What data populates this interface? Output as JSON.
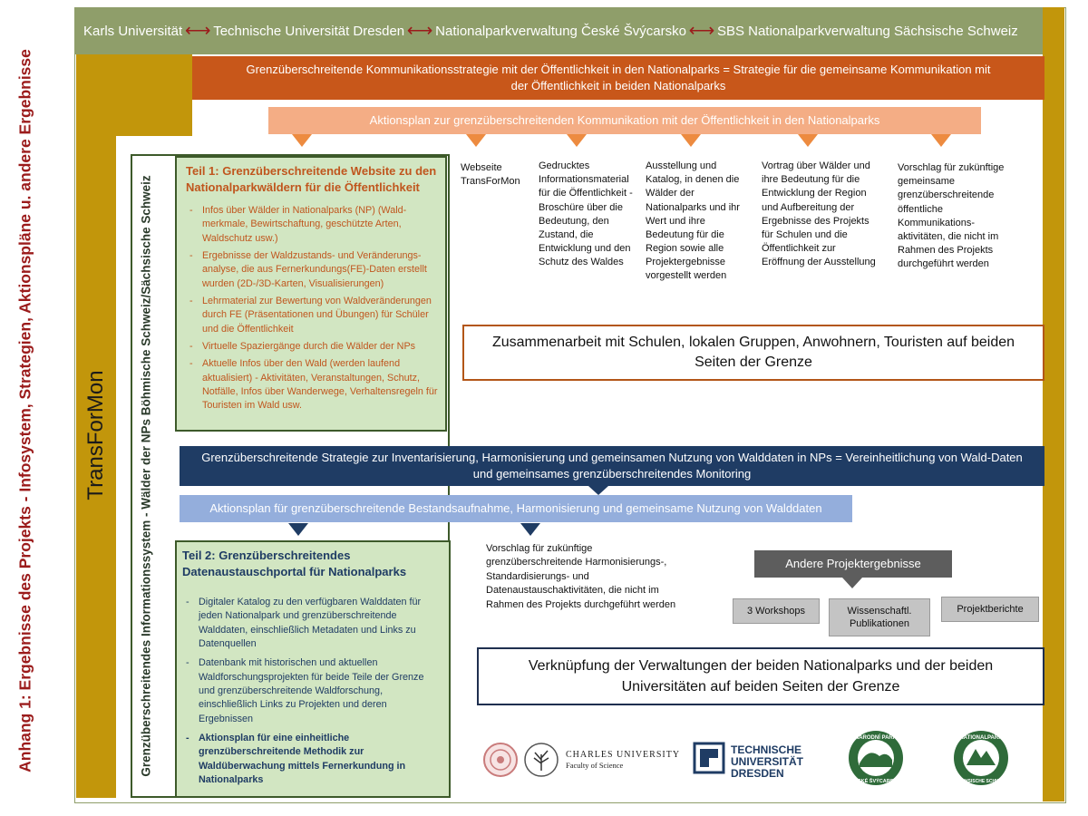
{
  "side_title": "Anhang 1: Ergebnisse des Projekts - Infosystem, Strategien, Aktionspläne u. andere Ergebnisse",
  "header": {
    "partners": [
      "Karls Universität",
      "Technische Universität Dresden",
      "Nationalparkverwaltung České Švýcarsko",
      "SBS Nationalparkverwaltung Sächsische Schweiz"
    ],
    "arrow": "⟷"
  },
  "left_band": {
    "project": "TransForMon",
    "system": "Grenzüberschreitendes Informationssystem - Wälder der NPs Böhmische Schweiz/Sächsische Schweiz"
  },
  "communication": {
    "strategy": "Grenzüberschreitende Kommunikationsstrategie mit der Öffentlichkeit in den Nationalparks = Strategie für die gemeinsame Kommunikation mit der Öffentlichkeit in beiden Nationalparks",
    "action_plan": "Aktionsplan zur grenzüberschreitenden Kommunikation mit der Öffentlichkeit in den Nationalparks",
    "outputs": [
      "Webseite TransForMon",
      "Gedrucktes Informationsmaterial für die Öffentlichkeit - Broschüre über die Bedeutung, den Zustand, die Entwicklung und den Schutz des Waldes",
      "Ausstellung und Katalog, in denen die Wälder der Nationalparks und ihr Wert und ihre Bedeutung für die Region sowie alle Projektergebnisse vorgestellt werden",
      "Vortrag über Wälder und ihre Bedeutung für die Entwicklung der Region und Aufbereitung der Ergebnisse des Projekts für Schulen und die Öffentlichkeit zur Eröffnung der Ausstellung",
      "Vorschlag für zukünftige gemeinsame grenzüberschreitende öffentliche Kommunikations-aktivitäten, die nicht im Rahmen des Projekts durchgeführt werden"
    ],
    "cooperation": "Zusammenarbeit mit Schulen, lokalen Gruppen, Anwohnern, Touristen auf beiden Seiten der Grenze"
  },
  "part1": {
    "title": "Teil 1: Grenzüberschreitende Website zu den Nationalparkwäldern für die Öffentlichkeit",
    "items": [
      "Infos über Wälder in Nationalparks (NP) (Wald-merkmale, Bewirtschaftung, geschützte Arten, Waldschutz usw.)",
      "Ergebnisse der Waldzustands- und Veränderungs-analyse, die aus Fernerkundungs(FE)-Daten erstellt wurden (2D-/3D-Karten, Visualisierungen)",
      "Lehrmaterial zur Bewertung von Waldveränderungen durch FE (Präsentationen und Übungen) für Schüler und die Öffentlichkeit",
      "Virtuelle Spaziergänge durch die Wälder der NPs",
      "Aktuelle Infos über den Wald (werden laufend aktualisiert) - Aktivitäten, Veranstaltungen, Schutz, Notfälle, Infos über Wanderwege, Verhaltensregeln für Touristen im Wald usw."
    ]
  },
  "data": {
    "strategy": "Grenzüberschreitende Strategie zur Inventarisierung, Harmonisierung und gemeinsamen Nutzung von Walddaten in NPs = Vereinheitlichung von Wald-Daten und gemeinsames grenzüberschreitendes Monitoring",
    "action_plan": "Aktionsplan für grenzüberschreitende Bestandsaufnahme, Harmonisierung und gemeinsame Nutzung von Walddaten",
    "proposal": "Vorschlag für zukünftige grenzüberschreitende Harmonisierungs-, Standardisierungs- und Datenaustauschaktivitäten, die nicht im Rahmen des Projekts durchgeführt werden"
  },
  "part2": {
    "title": "Teil 2: Grenzüberschreitendes Datenaustauschportal für Nationalparks",
    "items": [
      "Digitaler Katalog zu den verfügbaren Walddaten für jeden Nationalpark und grenzüberschreitende Walddaten, einschließlich Metadaten und Links zu Datenquellen",
      "Datenbank mit historischen und aktuellen Waldforschungsprojekten für beide Teile der Grenze und grenzüberschreitende Waldforschung, einschließlich Links zu Projekten und deren Ergebnissen"
    ],
    "bold_item": "Aktionsplan für eine einheitliche grenzüberschreitende Methodik zur Waldüberwachung mittels Fernerkundung in Nationalparks"
  },
  "other_results": {
    "title": "Andere Projektergebnisse",
    "items": [
      "3 Workshops",
      "Wissenschaftl. Publikationen",
      "Projektberichte"
    ]
  },
  "linking": "Verknüpfung der Verwaltungen der beiden Nationalparks und der beiden Universitäten auf beiden Seiten der Grenze",
  "logos": {
    "charles": [
      "CHARLES UNIVERSITY",
      "Faculty of Science"
    ],
    "tud": [
      "TECHNISCHE",
      "UNIVERSITÄT",
      "DRESDEN"
    ],
    "np_cz": [
      "NÁRODNÍ PARK",
      "ČESKÉ ŠVÝCARSKO"
    ],
    "np_de": [
      "NATIONALPARK",
      "SÄCHSISCHE SCHWEIZ"
    ]
  },
  "colors": {
    "olive": "#8f9e6a",
    "gold": "#c2960b",
    "orange": "#c8571a",
    "light_orange": "#f4ad85",
    "navy": "#1f3c64",
    "light_blue": "#94aedc",
    "light_green": "#d2e6c2",
    "dark_red": "#9b1b1b"
  }
}
